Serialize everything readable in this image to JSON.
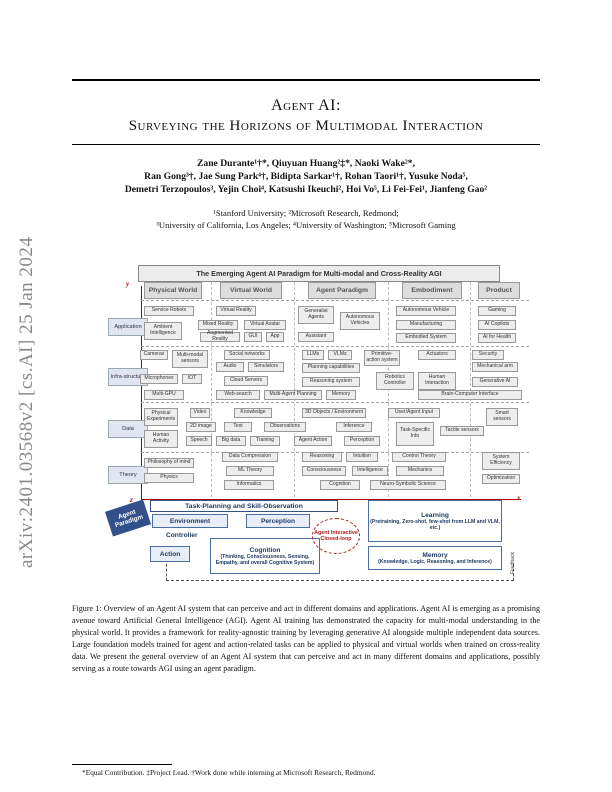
{
  "paper": {
    "title_line1": "Agent AI:",
    "title_line2": "Surveying the Horizons of Multimodal Interaction",
    "authors_line1": "Zane Durante¹†*, Qiuyuan Huang²‡*, Naoki Wake²*,",
    "authors_line2": "Ran Gong³†, Jae Sung Park⁴†, Bidipta Sarkar¹†, Rohan Taori¹†, Yusuke Noda⁵,",
    "authors_line3": "Demetri Terzopoulos³, Yejin Choi⁴, Katsushi Ikeuchi², Hoi Vo⁵, Li Fei-Fei¹, Jianfeng Gao²",
    "affil_line1": "¹Stanford University; ²Microsoft Research, Redmond;",
    "affil_line2": "³University of California, Los Angeles; ⁴University of Washington; ⁵Microsoft Gaming",
    "arxiv_stamp": "arXiv:2401.03568v2  [cs.AI]  25 Jan 2024",
    "caption": "Figure 1: Overview of an Agent AI system that can perceive and act in different domains and applications. Agent AI is emerging as a promising avenue toward Artificial General Intelligence (AGI). Agent AI training has demonstrated the capacity for multi-modal understanding in the physical world. It provides a framework for reality-agnostic training by leveraging generative AI alongside multiple independent data sources. Large foundation models trained for agent and action-related tasks can be applied to physical and virtual worlds when trained on cross-reality data. We present the general overview of an Agent AI system that can perceive and act in many different domains and applications, possibly serving as a route towards AGI using an agent paradigm.",
    "footnote": "*Equal Contribution. ‡Project Lead. †Work done while interning at Microsoft Research, Redmond."
  },
  "figure": {
    "title": "The Emerging Agent AI Paradigm for Multi-modal and Cross-Reality AGI",
    "axis_y": "y",
    "axis_x": "x",
    "axis_z": "z",
    "columns": [
      "Physical World",
      "Virtual World",
      "Agent Paradigm",
      "Embodiment",
      "Product"
    ],
    "rows": [
      "Application",
      "Infra-structure",
      "Data",
      "Theory"
    ],
    "cells": [
      "Service Robots",
      "Ambient Intelligence",
      "Virtual Reality",
      "Mixed Reality",
      "Virtual Avatar",
      "Augmented Reality",
      "GUI",
      "App",
      "Generalist Agents",
      "Autonomous Vehicles",
      "Assistant",
      "Autonomous Vehicle",
      "Manufacturing",
      "Embodied System",
      "Gaming",
      "AI Copilots",
      "AI for Health",
      "Cameras",
      "Multi-modal sensors",
      "Microphones",
      "IOT",
      "Multi-GPU",
      "Social networks",
      "Audio",
      "Simulators",
      "Cloud Servers",
      "Web-search",
      "LLMs",
      "VLMs",
      "Primitive-action system",
      "Actuators",
      "Planning capabilities",
      "Reasoning system",
      "Robotics Controller",
      "Human Interaction",
      "Multi-Agent Planning",
      "Memory",
      "Brain-Computer Interface",
      "Security",
      "Mechanical arm",
      "Generative AI",
      "Physical Experiments",
      "Human Activity",
      "Video",
      "2D image",
      "Speech",
      "Knowledge",
      "Text",
      "Big data",
      "Training",
      "Observations",
      "3D Objects / Environment",
      "Inference",
      "Agent Action",
      "Perception",
      "User/Agent Input",
      "Task-Specific Info",
      "Tactile sensors",
      "Smart sensors",
      "Philosophy of mind",
      "Physics",
      "Data Compression",
      "ML Theory",
      "Informatics",
      "Reasoning",
      "Intuition",
      "Consciousness",
      "Intelligence",
      "Cognition",
      "Control Theory",
      "Mechanics",
      "Neuro-Symbolic Science",
      "System Efficiency",
      "Optimization"
    ],
    "agent_tag": "Agent Paradigm",
    "task_planning": "Task-Planning and Skill-Observation",
    "environment": "Environment",
    "perception": "Perception",
    "controller": "Controller",
    "action": "Action",
    "cognition": "Cognition",
    "cognition_sub": "(Thinking, Consciousness, Sensing, Empathy, and overall Cognitive System)",
    "closed_loop": "Agent Interactive Closed-loop",
    "learning": "Learning",
    "learning_sub": "(Pretraining, Zero-shot, few-shot from LLM and VLM, etc.)",
    "memory": "Memory",
    "memory_sub": "(Knowledge, Logic, Reasoning, and Inference)",
    "feedback": "Feedback"
  }
}
